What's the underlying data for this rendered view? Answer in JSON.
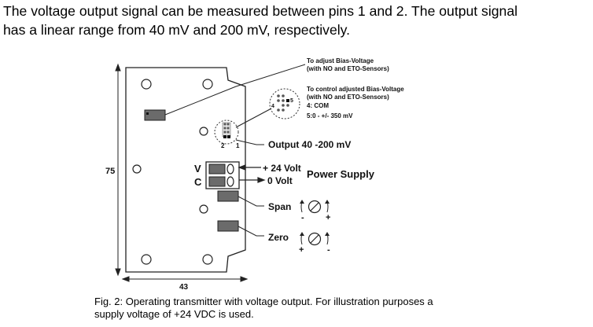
{
  "intro": {
    "line1": "The voltage output signal can be measured between pins 1 and 2. The output signal",
    "line2": "has a linear range from 40 mV and 200 mV, respectively."
  },
  "diagram": {
    "dimension_height": "75",
    "dimension_width": "43",
    "bias_adjust": {
      "line1": "To adjust Bias-Voltage",
      "line2": "(with NO and ETO-Sensors)"
    },
    "bias_control": {
      "line1": "To control adjusted Bias-Voltage",
      "line2": "(with NO and ETO-Sensors)",
      "line3": "4: COM",
      "line4": "5:0 -  +/- 350 mV"
    },
    "pin_labels": {
      "pin5": "5",
      "pin4": "4",
      "pin2": "2",
      "pin1": "1"
    },
    "output_label": "Output 40 -200 mV",
    "terminal_v": "V",
    "terminal_c": "C",
    "plus24": "+ 24 Volt",
    "zero_volt": "0 Volt",
    "power_supply": "Power Supply",
    "span": "Span",
    "zero": "Zero",
    "span_signs": {
      "minus": "-",
      "plus": "+"
    },
    "zero_signs": {
      "plus": "+",
      "minus": "-"
    }
  },
  "caption": {
    "line1": "Fig. 2: Operating transmitter with voltage output. For illustration purposes a",
    "line2": "supply voltage of +24 VDC is used."
  },
  "colors": {
    "board_outline": "#222222",
    "component_fill": "#6b6b6b",
    "text": "#000000"
  }
}
